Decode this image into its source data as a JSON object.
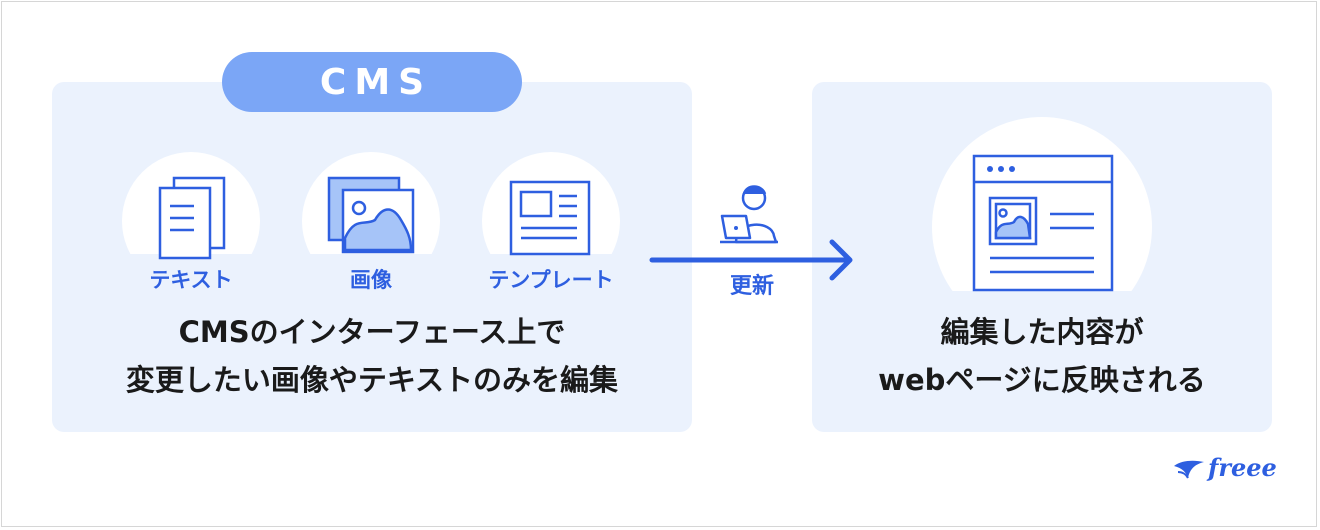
{
  "cms_label": "CMS",
  "items": [
    {
      "label": "テキスト",
      "icon": "document-icon"
    },
    {
      "label": "画像",
      "icon": "image-icon"
    },
    {
      "label": "テンプレート",
      "icon": "template-icon"
    }
  ],
  "left_description": {
    "line1": "CMSのインターフェース上で",
    "line2": "変更したい画像やテキストのみを編集"
  },
  "update_label": "更新",
  "right_description": {
    "line1": "編集した内容が",
    "line2": "webページに反映される"
  },
  "brand": "freee",
  "colors": {
    "panel": "#ebf2fd",
    "pill": "#7ba6f6",
    "accent": "#2e5fe0",
    "text": "#1a1a1a"
  }
}
